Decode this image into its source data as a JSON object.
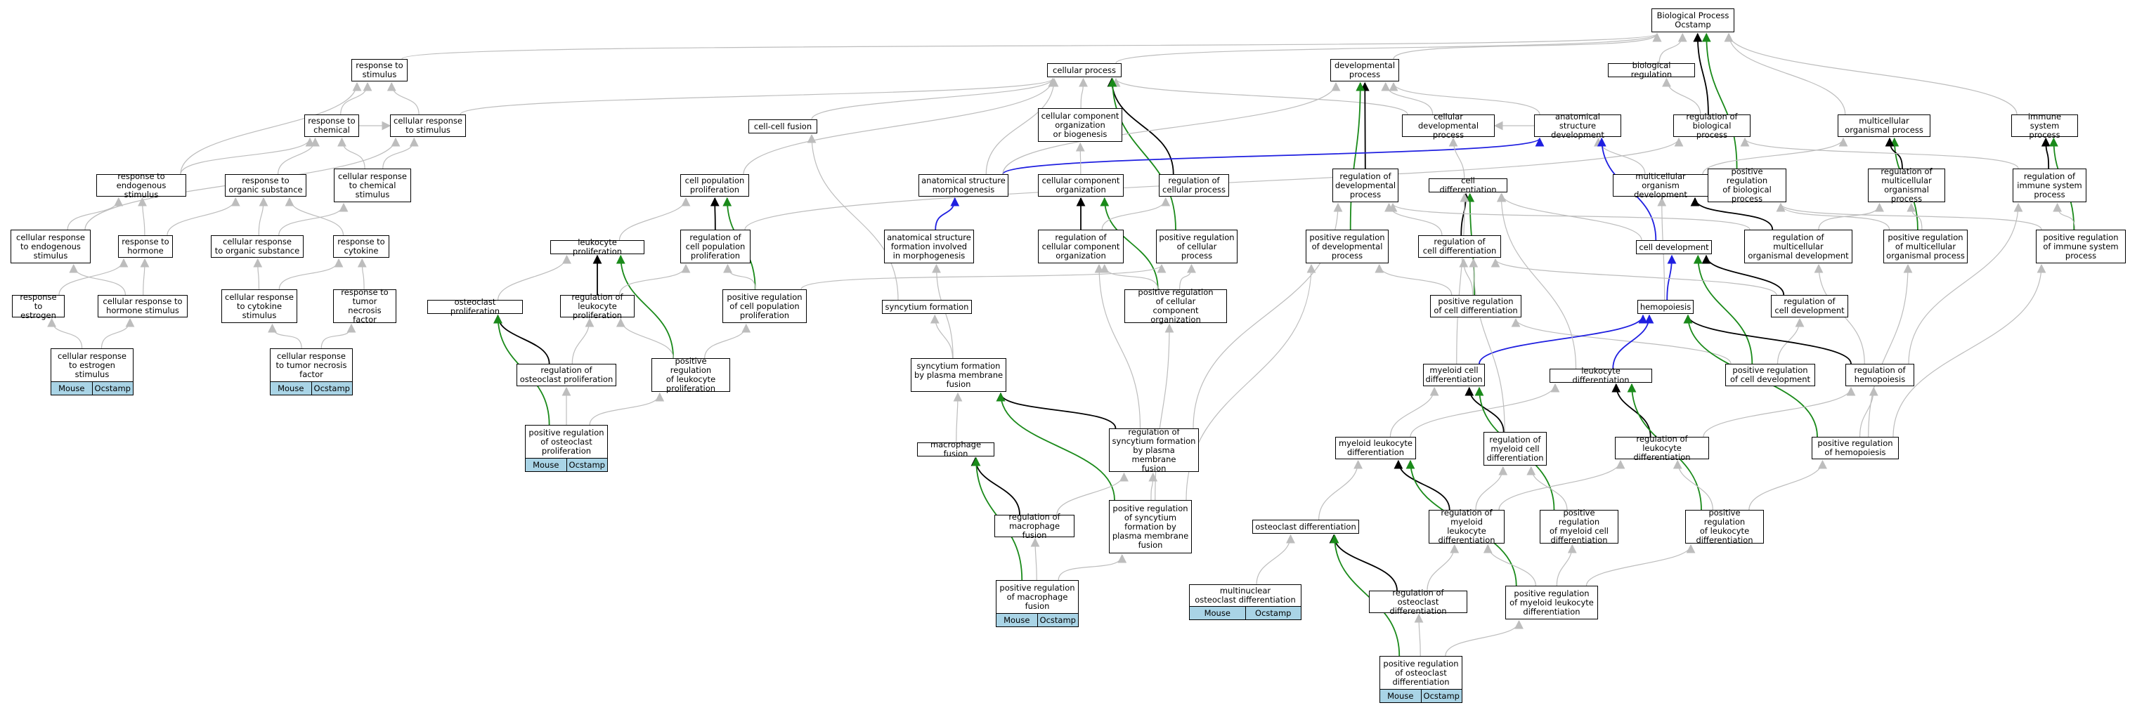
{
  "colors": {
    "gray": "#bdbdbd",
    "black": "#000000",
    "green": "#1a8a1a",
    "blue": "#1f1fe0",
    "chip": "#a9d4e6"
  },
  "nodes": [
    {
      "id": "bp",
      "label": "Biological Process\nOcstamp"
    },
    {
      "id": "rts",
      "label": "response to\nstimulus"
    },
    {
      "id": "cp",
      "label": "cellular process"
    },
    {
      "id": "dp",
      "label": "developmental\nprocess"
    },
    {
      "id": "br",
      "label": "biological regulation"
    },
    {
      "id": "rtc",
      "label": "response to\nchemical"
    },
    {
      "id": "crs",
      "label": "cellular response\nto stimulus"
    },
    {
      "id": "ccf",
      "label": "cell-cell fusion"
    },
    {
      "id": "ccob",
      "label": "cellular component\norganization\nor biogenesis"
    },
    {
      "id": "cdp",
      "label": "cellular developmental\nprocess"
    },
    {
      "id": "asd",
      "label": "anatomical structure\ndevelopment"
    },
    {
      "id": "rbp",
      "label": "regulation of\nbiological process"
    },
    {
      "id": "mop",
      "label": "multicellular\norganismal process"
    },
    {
      "id": "isp",
      "label": "immune system\nprocess"
    },
    {
      "id": "rtes",
      "label": "response to\nendogenous stimulus"
    },
    {
      "id": "rtos",
      "label": "response to\norganic substance"
    },
    {
      "id": "crcs",
      "label": "cellular response\nto chemical\nstimulus"
    },
    {
      "id": "cpp",
      "label": "cell population\nproliferation"
    },
    {
      "id": "asm",
      "label": "anatomical structure\nmorphogenesis"
    },
    {
      "id": "cco",
      "label": "cellular component\norganization"
    },
    {
      "id": "rcp",
      "label": "regulation of\ncellular process"
    },
    {
      "id": "rdp",
      "label": "regulation of\ndevelopmental\nprocess"
    },
    {
      "id": "cd",
      "label": "cell differentiation"
    },
    {
      "id": "mod",
      "label": "multicellular\norganism development"
    },
    {
      "id": "prbp",
      "label": "positive regulation\nof biological\nprocess"
    },
    {
      "id": "rmop",
      "label": "regulation of\nmulticellular\norganismal process"
    },
    {
      "id": "risp",
      "label": "regulation of\nimmune system\nprocess"
    },
    {
      "id": "cres",
      "label": "cellular response\nto endogenous\nstimulus"
    },
    {
      "id": "rth",
      "label": "response to\nhormone"
    },
    {
      "id": "crtos",
      "label": "cellular response\nto organic substance"
    },
    {
      "id": "rtcy",
      "label": "response to\ncytokine"
    },
    {
      "id": "lp",
      "label": "leukocyte proliferation"
    },
    {
      "id": "rcpp",
      "label": "regulation of\ncell population\nproliferation"
    },
    {
      "id": "asfm",
      "label": "anatomical structure\nformation involved\nin morphogenesis"
    },
    {
      "id": "rccoo",
      "label": "regulation of\ncellular component\norganization"
    },
    {
      "id": "prcp",
      "label": "positive regulation\nof cellular\nprocess"
    },
    {
      "id": "prdp",
      "label": "positive regulation\nof developmental\nprocess"
    },
    {
      "id": "rcd",
      "label": "regulation of\ncell differentiation"
    },
    {
      "id": "cdev",
      "label": "cell development"
    },
    {
      "id": "rmod",
      "label": "regulation of\nmulticellular\norganismal development"
    },
    {
      "id": "prmop",
      "label": "positive regulation\nof multicellular\norganismal process"
    },
    {
      "id": "prisp",
      "label": "positive regulation\nof immune system\nprocess"
    },
    {
      "id": "rte",
      "label": "response to\nestrogen"
    },
    {
      "id": "crths",
      "label": "cellular response to hormone stimulus"
    },
    {
      "id": "crtc",
      "label": "cellular response\nto cytokine\nstimulus"
    },
    {
      "id": "rttnf",
      "label": "response to\ntumor necrosis\nfactor"
    },
    {
      "id": "op",
      "label": "osteoclast proliferation"
    },
    {
      "id": "rlp",
      "label": "regulation of\nleukocyte proliferation"
    },
    {
      "id": "prcpp",
      "label": "positive regulation\nof cell population\nproliferation"
    },
    {
      "id": "sf",
      "label": "syncytium formation"
    },
    {
      "id": "prcco",
      "label": "positive regulation\nof cellular\ncomponent organization"
    },
    {
      "id": "prcd",
      "label": "positive regulation\nof cell differentiation"
    },
    {
      "id": "hp",
      "label": "hemopoiesis"
    },
    {
      "id": "rcdev",
      "label": "regulation of\ncell development"
    },
    {
      "id": "crtes",
      "label": "cellular response\nto estrogen\nstimulus"
    },
    {
      "id": "crttnf",
      "label": "cellular response\nto tumor necrosis\nfactor"
    },
    {
      "id": "rop",
      "label": "regulation of\nosteoclast proliferation"
    },
    {
      "id": "prlp",
      "label": "positive regulation\nof leukocyte\nproliferation"
    },
    {
      "id": "sfpmf",
      "label": "syncytium formation\nby plasma membrane\nfusion"
    },
    {
      "id": "mcd",
      "label": "myeloid cell\ndifferentiation"
    },
    {
      "id": "ld",
      "label": "leukocyte differentiation"
    },
    {
      "id": "prcdev",
      "label": "positive regulation\nof cell development"
    },
    {
      "id": "rhp",
      "label": "regulation of\nhemopoiesis"
    },
    {
      "id": "prop",
      "label": "positive regulation\nof osteoclast\nproliferation"
    },
    {
      "id": "mf",
      "label": "macrophage fusion"
    },
    {
      "id": "rsfpmf",
      "label": "regulation of\nsyncytium formation\nby plasma membrane\nfusion"
    },
    {
      "id": "mld",
      "label": "myeloid leukocyte\ndifferentiation"
    },
    {
      "id": "rmcd",
      "label": "regulation of\nmyeloid cell\ndifferentiation"
    },
    {
      "id": "rld",
      "label": "regulation of\nleukocyte differentiation"
    },
    {
      "id": "prhp",
      "label": "positive regulation\nof hemopoiesis"
    },
    {
      "id": "rmf",
      "label": "regulation of\nmacrophage fusion"
    },
    {
      "id": "prsfpmf",
      "label": "positive regulation\nof syncytium\nformation by\nplasma membrane\nfusion"
    },
    {
      "id": "od",
      "label": "osteoclast differentiation"
    },
    {
      "id": "rmld",
      "label": "regulation of\nmyeloid leukocyte\ndifferentiation"
    },
    {
      "id": "prmcd",
      "label": "positive regulation\nof myeloid cell\ndifferentiation"
    },
    {
      "id": "prld",
      "label": "positive regulation\nof leukocyte\ndifferentiation"
    },
    {
      "id": "prmf",
      "label": "positive regulation\nof macrophage\nfusion"
    },
    {
      "id": "mnod",
      "label": "multinuclear\nosteoclast differentiation"
    },
    {
      "id": "rod",
      "label": "regulation of\nosteoclast differentiation"
    },
    {
      "id": "prmld",
      "label": "positive regulation\nof myeloid leukocyte\ndifferentiation"
    },
    {
      "id": "prod",
      "label": "positive regulation\nof osteoclast\ndifferentiation"
    }
  ],
  "annotations": [
    {
      "node": "crtes",
      "labels": [
        "Mouse",
        "Ocstamp"
      ]
    },
    {
      "node": "crttnf",
      "labels": [
        "Mouse",
        "Ocstamp"
      ]
    },
    {
      "node": "prop",
      "labels": [
        "Mouse",
        "Ocstamp"
      ]
    },
    {
      "node": "prmf",
      "labels": [
        "Mouse",
        "Ocstamp"
      ]
    },
    {
      "node": "mnod",
      "labels": [
        "Mouse",
        "Ocstamp"
      ]
    },
    {
      "node": "prod",
      "labels": [
        "Mouse",
        "Ocstamp"
      ]
    }
  ],
  "edges": [
    [
      "rts",
      "bp",
      "gray"
    ],
    [
      "cp",
      "bp",
      "gray"
    ],
    [
      "dp",
      "bp",
      "gray"
    ],
    [
      "br",
      "bp",
      "gray"
    ],
    [
      "rbp",
      "bp",
      "black"
    ],
    [
      "prbp",
      "bp",
      "green"
    ],
    [
      "mop",
      "bp",
      "gray"
    ],
    [
      "isp",
      "bp",
      "gray"
    ],
    [
      "rtc",
      "rts",
      "gray"
    ],
    [
      "crs",
      "rts",
      "gray"
    ],
    [
      "rtes",
      "rts",
      "gray"
    ],
    [
      "crs",
      "cp",
      "gray"
    ],
    [
      "rtc",
      "crs",
      "gray"
    ],
    [
      "rtes",
      "rtc",
      "gray"
    ],
    [
      "rtos",
      "rtc",
      "gray"
    ],
    [
      "crcs",
      "rtc",
      "gray"
    ],
    [
      "crcs",
      "crs",
      "gray"
    ],
    [
      "ccf",
      "cp",
      "gray"
    ],
    [
      "ccob",
      "cp",
      "gray"
    ],
    [
      "cdp",
      "cp",
      "gray"
    ],
    [
      "cdp",
      "dp",
      "gray"
    ],
    [
      "asd",
      "dp",
      "gray"
    ],
    [
      "rdp",
      "dp",
      "black"
    ],
    [
      "prdp",
      "dp",
      "green"
    ],
    [
      "rcp",
      "cp",
      "black"
    ],
    [
      "prcp",
      "cp",
      "green"
    ],
    [
      "cpp",
      "cp",
      "gray"
    ],
    [
      "asm",
      "cp",
      "gray"
    ],
    [
      "rbp",
      "br",
      "gray"
    ],
    [
      "cres",
      "rtes",
      "gray"
    ],
    [
      "rth",
      "rtos",
      "gray"
    ],
    [
      "crtos",
      "rtos",
      "gray"
    ],
    [
      "crtos",
      "crcs",
      "gray"
    ],
    [
      "rtcy",
      "rtos",
      "gray"
    ],
    [
      "rth",
      "rtes",
      "gray"
    ],
    [
      "cres",
      "crs",
      "gray"
    ],
    [
      "rte",
      "rth",
      "gray"
    ],
    [
      "crths",
      "rth",
      "gray"
    ],
    [
      "crths",
      "cres",
      "gray"
    ],
    [
      "crtc",
      "rtcy",
      "gray"
    ],
    [
      "crtc",
      "crtos",
      "gray"
    ],
    [
      "rttnf",
      "rtcy",
      "gray"
    ],
    [
      "crtes",
      "rte",
      "gray"
    ],
    [
      "crtes",
      "crths",
      "gray"
    ],
    [
      "crttnf",
      "crtc",
      "gray"
    ],
    [
      "crttnf",
      "rttnf",
      "gray"
    ],
    [
      "lp",
      "cpp",
      "gray"
    ],
    [
      "rcpp",
      "cpp",
      "black"
    ],
    [
      "prcpp",
      "cpp",
      "green"
    ],
    [
      "rcpp",
      "rbp",
      "gray"
    ],
    [
      "op",
      "lp",
      "gray"
    ],
    [
      "rlp",
      "lp",
      "black"
    ],
    [
      "prlp",
      "lp",
      "green"
    ],
    [
      "rlp",
      "rcpp",
      "gray"
    ],
    [
      "prcpp",
      "rcpp",
      "gray"
    ],
    [
      "prlp",
      "rlp",
      "gray"
    ],
    [
      "prlp",
      "prcpp",
      "gray"
    ],
    [
      "rop",
      "op",
      "black"
    ],
    [
      "prop",
      "op",
      "green"
    ],
    [
      "rop",
      "rlp",
      "gray"
    ],
    [
      "prop",
      "rop",
      "gray"
    ],
    [
      "prop",
      "prlp",
      "gray"
    ],
    [
      "asd",
      "cdp",
      "gray"
    ],
    [
      "asm",
      "asd",
      "blue"
    ],
    [
      "asfm",
      "asm",
      "blue"
    ],
    [
      "asm",
      "dp",
      "gray"
    ],
    [
      "mod",
      "asd",
      "gray"
    ],
    [
      "mod",
      "mop",
      "gray"
    ],
    [
      "cco",
      "ccob",
      "gray"
    ],
    [
      "rccoo",
      "cco",
      "black"
    ],
    [
      "prcco",
      "cco",
      "green"
    ],
    [
      "rccoo",
      "rcp",
      "gray"
    ],
    [
      "prcco",
      "prcp",
      "gray"
    ],
    [
      "prcco",
      "rccoo",
      "gray"
    ],
    [
      "cd",
      "cdp",
      "gray"
    ],
    [
      "cdev",
      "cd",
      "gray"
    ],
    [
      "cdev",
      "asd",
      "blue"
    ],
    [
      "rcd",
      "cd",
      "black"
    ],
    [
      "prcd",
      "cd",
      "green"
    ],
    [
      "rcd",
      "rdp",
      "gray"
    ],
    [
      "prcd",
      "prdp",
      "gray"
    ],
    [
      "prcd",
      "rcd",
      "gray"
    ],
    [
      "hp",
      "cdev",
      "blue"
    ],
    [
      "rmod",
      "rdp",
      "gray"
    ],
    [
      "rmod",
      "mod",
      "black"
    ],
    [
      "rmod",
      "rmop",
      "gray"
    ],
    [
      "prmop",
      "mop",
      "green"
    ],
    [
      "rmop",
      "mop",
      "black"
    ],
    [
      "prmop",
      "rmop",
      "gray"
    ],
    [
      "prmop",
      "prbp",
      "gray"
    ],
    [
      "risp",
      "isp",
      "black"
    ],
    [
      "prisp",
      "isp",
      "green"
    ],
    [
      "risp",
      "rbp",
      "gray"
    ],
    [
      "prisp",
      "risp",
      "gray"
    ],
    [
      "prisp",
      "prbp",
      "gray"
    ],
    [
      "rcdev",
      "cdev",
      "black"
    ],
    [
      "prcdev",
      "cdev",
      "green"
    ],
    [
      "rcdev",
      "rcd",
      "gray"
    ],
    [
      "prcdev",
      "rcdev",
      "gray"
    ],
    [
      "prcdev",
      "prcd",
      "gray"
    ],
    [
      "hp",
      "mod",
      "gray"
    ],
    [
      "rhp",
      "hp",
      "black"
    ],
    [
      "prhp",
      "hp",
      "green"
    ],
    [
      "rhp",
      "rmod",
      "gray"
    ],
    [
      "rhp",
      "risp",
      "gray"
    ],
    [
      "prhp",
      "rhp",
      "gray"
    ],
    [
      "prhp",
      "prmop",
      "gray"
    ],
    [
      "prhp",
      "prisp",
      "gray"
    ],
    [
      "mcd",
      "cd",
      "gray"
    ],
    [
      "mcd",
      "hp",
      "blue"
    ],
    [
      "ld",
      "hp",
      "blue"
    ],
    [
      "ld",
      "cd",
      "gray"
    ],
    [
      "rld",
      "ld",
      "black"
    ],
    [
      "prld",
      "ld",
      "green"
    ],
    [
      "rld",
      "rhp",
      "gray"
    ],
    [
      "prld",
      "prhp",
      "gray"
    ],
    [
      "prld",
      "rld",
      "gray"
    ],
    [
      "sf",
      "ccf",
      "gray"
    ],
    [
      "sfpmf",
      "sf",
      "gray"
    ],
    [
      "sfpmf",
      "asfm",
      "gray"
    ],
    [
      "mf",
      "sfpmf",
      "gray"
    ],
    [
      "rsfpmf",
      "sfpmf",
      "black"
    ],
    [
      "prsfpmf",
      "sfpmf",
      "green"
    ],
    [
      "rsfpmf",
      "rccoo",
      "gray"
    ],
    [
      "prsfpmf",
      "prcco",
      "gray"
    ],
    [
      "prsfpmf",
      "rsfpmf",
      "gray"
    ],
    [
      "rmf",
      "mf",
      "black"
    ],
    [
      "prmf",
      "mf",
      "green"
    ],
    [
      "rmf",
      "rsfpmf",
      "gray"
    ],
    [
      "prmf",
      "rmf",
      "gray"
    ],
    [
      "prmf",
      "prsfpmf",
      "gray"
    ],
    [
      "mld",
      "mcd",
      "gray"
    ],
    [
      "mld",
      "ld",
      "gray"
    ],
    [
      "rmld",
      "mld",
      "black"
    ],
    [
      "prmld",
      "mld",
      "green"
    ],
    [
      "rmcd",
      "mcd",
      "black"
    ],
    [
      "prmcd",
      "mcd",
      "green"
    ],
    [
      "rmld",
      "rmcd",
      "gray"
    ],
    [
      "rmld",
      "rld",
      "gray"
    ],
    [
      "prmld",
      "prmcd",
      "gray"
    ],
    [
      "prmld",
      "prld",
      "gray"
    ],
    [
      "prmld",
      "rmld",
      "gray"
    ],
    [
      "prmcd",
      "rmcd",
      "gray"
    ],
    [
      "rmcd",
      "rcd",
      "gray"
    ],
    [
      "od",
      "mld",
      "gray"
    ],
    [
      "rod",
      "od",
      "black"
    ],
    [
      "prod",
      "od",
      "green"
    ],
    [
      "rod",
      "rmld",
      "gray"
    ],
    [
      "prod",
      "rod",
      "gray"
    ],
    [
      "prod",
      "prmld",
      "gray"
    ],
    [
      "mnod",
      "od",
      "gray"
    ],
    [
      "rsfpmf",
      "rdp",
      "gray"
    ],
    [
      "prsfpmf",
      "prdp",
      "gray"
    ],
    [
      "prcpp",
      "prcp",
      "gray"
    ]
  ]
}
